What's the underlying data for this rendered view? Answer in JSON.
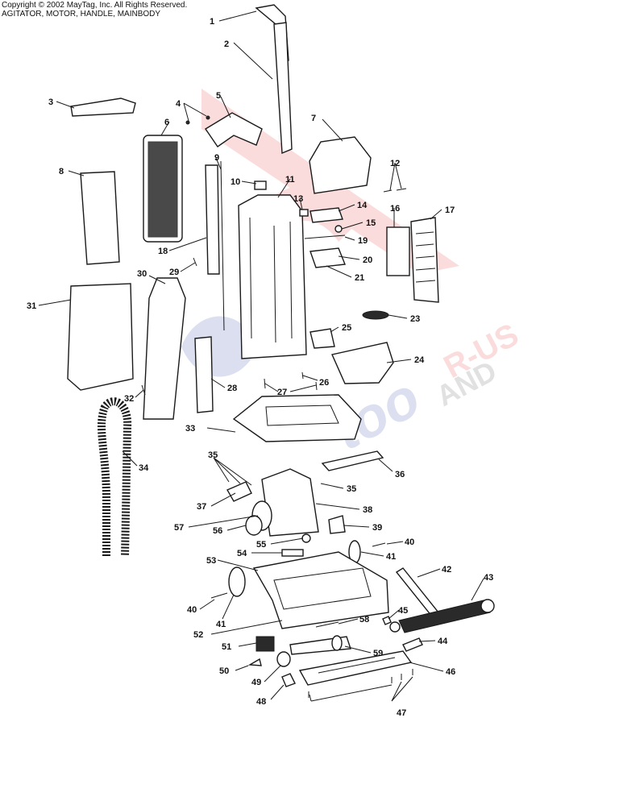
{
  "header": {
    "copyright": "Copyright © 2002 MayTag, Inc. All Rights Reserved.",
    "subtitle": "AGITATOR, MOTOR, HANDLE, MAINBODY"
  },
  "watermark": {
    "line1": "R-US",
    "line2": "AND",
    "line3": "too",
    "colors": {
      "red": "#e63a3a",
      "blue": "#3a4aa8"
    }
  },
  "callouts": [
    {
      "n": "1"
    },
    {
      "n": "2"
    },
    {
      "n": "3"
    },
    {
      "n": "4"
    },
    {
      "n": "5"
    },
    {
      "n": "6"
    },
    {
      "n": "7"
    },
    {
      "n": "8"
    },
    {
      "n": "9"
    },
    {
      "n": "10"
    },
    {
      "n": "11"
    },
    {
      "n": "12"
    },
    {
      "n": "13"
    },
    {
      "n": "14"
    },
    {
      "n": "15"
    },
    {
      "n": "16"
    },
    {
      "n": "17"
    },
    {
      "n": "18"
    },
    {
      "n": "19"
    },
    {
      "n": "20"
    },
    {
      "n": "21"
    },
    {
      "n": "23"
    },
    {
      "n": "24"
    },
    {
      "n": "25"
    },
    {
      "n": "26"
    },
    {
      "n": "27"
    },
    {
      "n": "28"
    },
    {
      "n": "29"
    },
    {
      "n": "30"
    },
    {
      "n": "31"
    },
    {
      "n": "32"
    },
    {
      "n": "33"
    },
    {
      "n": "34"
    },
    {
      "n": "35"
    },
    {
      "n": "35"
    },
    {
      "n": "36"
    },
    {
      "n": "37"
    },
    {
      "n": "38"
    },
    {
      "n": "39"
    },
    {
      "n": "40"
    },
    {
      "n": "41"
    },
    {
      "n": "40"
    },
    {
      "n": "41"
    },
    {
      "n": "42"
    },
    {
      "n": "43"
    },
    {
      "n": "44"
    },
    {
      "n": "45"
    },
    {
      "n": "46"
    },
    {
      "n": "47"
    },
    {
      "n": "48"
    },
    {
      "n": "49"
    },
    {
      "n": "50"
    },
    {
      "n": "51"
    },
    {
      "n": "52"
    },
    {
      "n": "53"
    },
    {
      "n": "54"
    },
    {
      "n": "55"
    },
    {
      "n": "56"
    },
    {
      "n": "57"
    },
    {
      "n": "58"
    },
    {
      "n": "59"
    }
  ]
}
